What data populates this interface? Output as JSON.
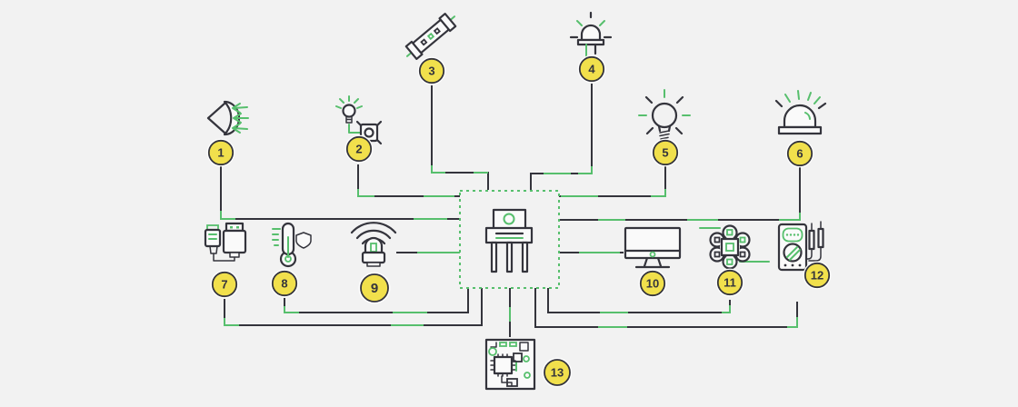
{
  "colors": {
    "background": "#f2f2f2",
    "ink": "#34343c",
    "green": "#57bf6d",
    "badge_fill": "#f1e04c",
    "badge_ring": "#ffffff",
    "paper": "#fafafa"
  },
  "diagram": {
    "hub": {
      "name": "transistor",
      "type": "central-component"
    },
    "nodes": [
      {
        "number": "1",
        "name": "light-sensor"
      },
      {
        "number": "2",
        "name": "bulb-with-light-dependent-resistor"
      },
      {
        "number": "3",
        "name": "glass-tube"
      },
      {
        "number": "4",
        "name": "led"
      },
      {
        "number": "5",
        "name": "light-bulb"
      },
      {
        "number": "6",
        "name": "siren"
      },
      {
        "number": "7",
        "name": "usb-connectors"
      },
      {
        "number": "8",
        "name": "thermometer"
      },
      {
        "number": "9",
        "name": "wireless-buzzer"
      },
      {
        "number": "10",
        "name": "monitor"
      },
      {
        "number": "11",
        "name": "gear-module"
      },
      {
        "number": "12",
        "name": "multimeter"
      },
      {
        "number": "13",
        "name": "circuit-board"
      }
    ],
    "connections": [
      {
        "from": "1",
        "to": "transistor"
      },
      {
        "from": "2",
        "to": "transistor"
      },
      {
        "from": "3",
        "to": "transistor"
      },
      {
        "from": "4",
        "to": "transistor"
      },
      {
        "from": "5",
        "to": "transistor"
      },
      {
        "from": "6",
        "to": "transistor"
      },
      {
        "from": "7",
        "to": "transistor"
      },
      {
        "from": "8",
        "to": "transistor"
      },
      {
        "from": "9",
        "to": "transistor"
      },
      {
        "from": "10",
        "to": "transistor"
      },
      {
        "from": "11",
        "to": "transistor"
      },
      {
        "from": "12",
        "to": "transistor"
      },
      {
        "from": "13",
        "to": "transistor"
      }
    ]
  }
}
